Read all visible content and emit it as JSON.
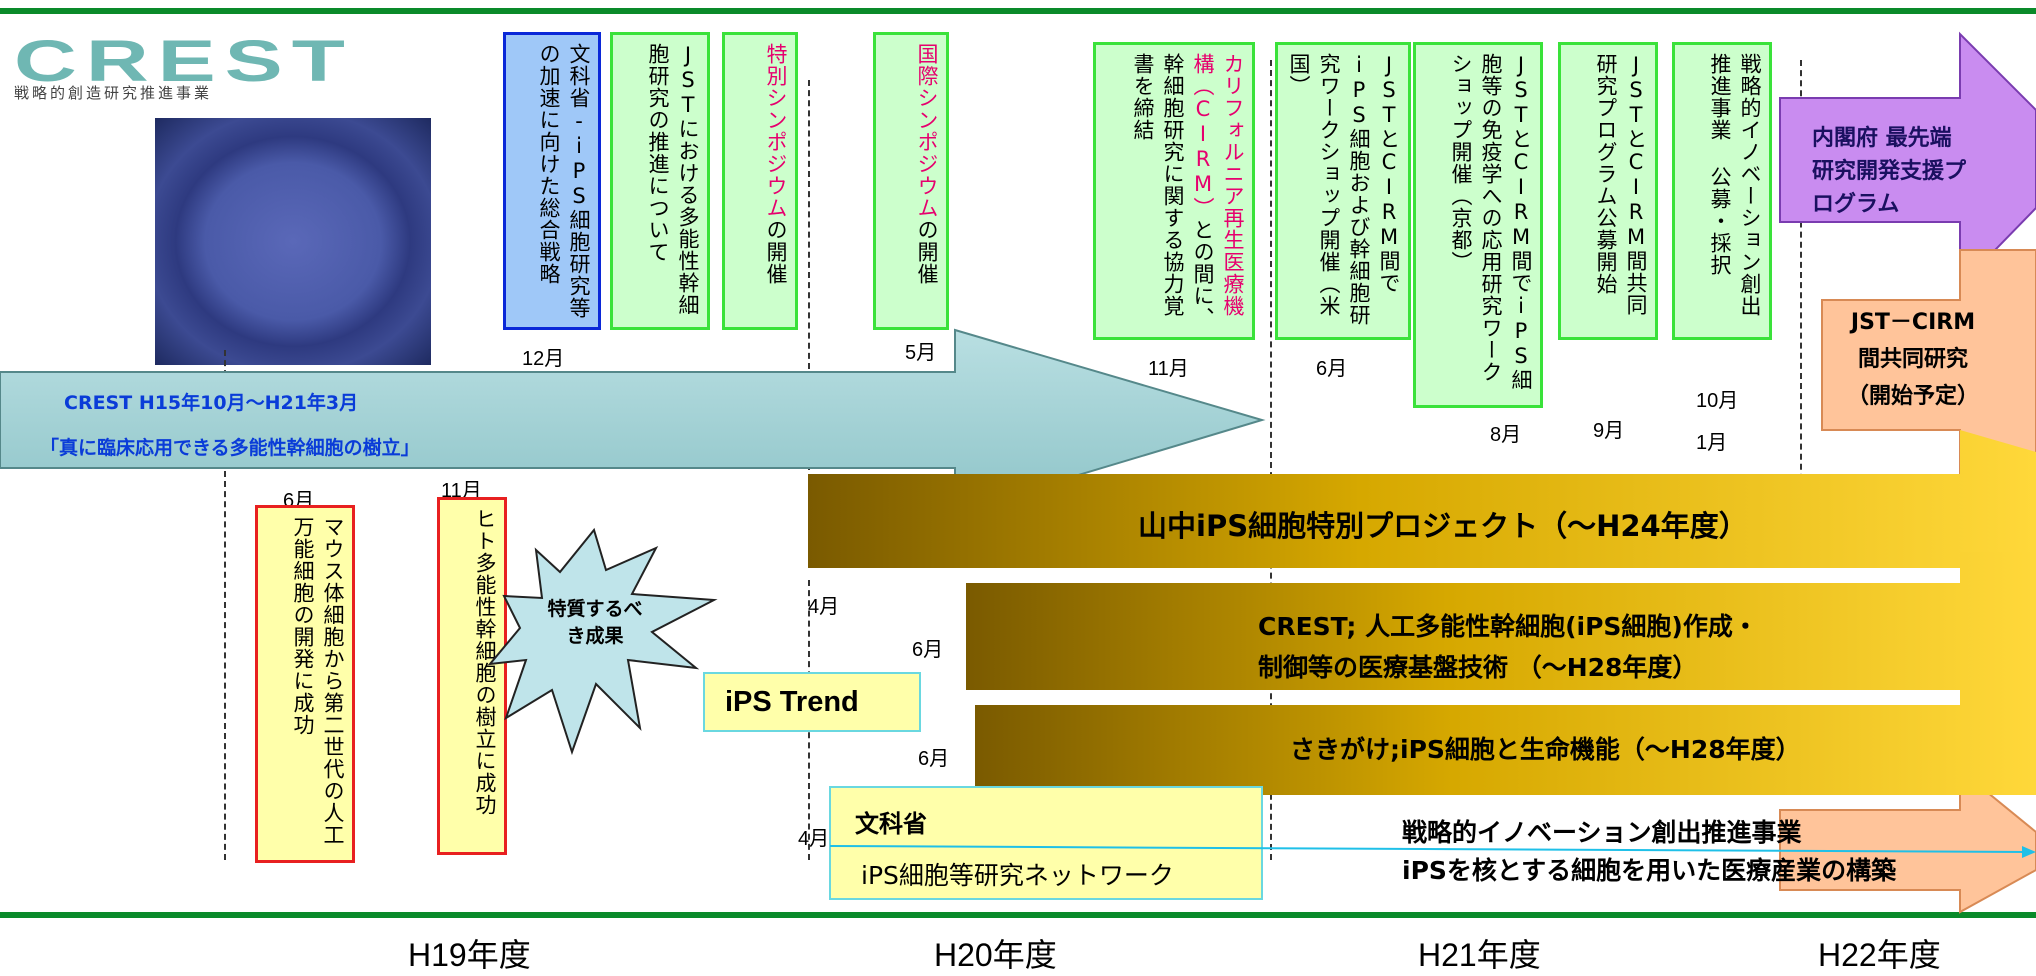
{
  "logo": {
    "text": "CREST",
    "subtitle": "戦略的創造研究推進事業"
  },
  "colors": {
    "green_line": "#0a8a2a",
    "gold_dark": "#8a6a00",
    "gold_light": "#ffd21a",
    "purple": "#c98cf0",
    "peach": "#ffc49a"
  },
  "years": [
    "H19年度",
    "H20年度",
    "H21年度",
    "H22年度"
  ],
  "top_events": [
    {
      "text": "文科省-iPS細胞研究等の加速に向けた総合戦略",
      "month": "12月"
    },
    {
      "text": "JSTにおける多能性幹細胞研究の推進について",
      "month": ""
    },
    {
      "text": "特別シンポジウム",
      "text2": "の開催",
      "month": ""
    },
    {
      "text": "国際シンポジウム",
      "text2": "の開催",
      "month": "5月"
    },
    {
      "text": "カリフォルニア再生医療機構（CIRM）",
      "text2": "との間に、幹細胞研究に関する協力覚書を締結",
      "month": "11月"
    },
    {
      "text": "JSTとCIRM間でiPS細胞および幹細胞研究ワークショップ開催（米国）",
      "month": "6月"
    },
    {
      "text": "JSTとCIRM間でiPS細胞等の免疫学への応用研究ワークショップ開催（京都）",
      "month": "8月"
    },
    {
      "text": "JSTとCIRM間共同研究プログラム公募開始",
      "month": "9月"
    },
    {
      "text": "戦略的イノベーション創出推進事業 公募・採択",
      "month": "10月",
      "month2": "1月"
    }
  ],
  "right_arrows": {
    "cabinet": "内閣府 最先端研究開発支援プログラム",
    "jst_cirm_line1": "JST－CIRM",
    "jst_cirm_line2": "間共同研究",
    "jst_cirm_line3": "（開始予定）"
  },
  "crest_arrow": {
    "line1": "CREST H15年10月～H21年3月",
    "line2": "「真に臨床応用できる多能性幹細胞の樹立」"
  },
  "achievements": [
    {
      "month": "6月",
      "text": "マウス体細胞から第二世代の人工万能細胞の開発に成功"
    },
    {
      "month": "11月",
      "text": "ヒト多能性幹細胞の樹立に成功"
    }
  ],
  "burst": "特質するべき成果",
  "gold_bars": [
    {
      "month": "4月",
      "line1": "山中iPS細胞特別プロジェクト（～H24年度）",
      "line2": ""
    },
    {
      "month": "6月",
      "line1": "CREST; 人工多能性幹細胞(iPS細胞)作成・",
      "line2": "制御等の医療基盤技術 （～H28年度）"
    },
    {
      "month": "6月",
      "line1": "さきがけ;iPS細胞と生命機能（～H28年度）",
      "line2": ""
    }
  ],
  "ips_trend": "iPS Trend",
  "network": {
    "month": "4月",
    "title": "文科省",
    "label": "iPS細胞等研究ネットワーク"
  },
  "innovation": {
    "line1": "戦略的イノベーション創出推進事業",
    "line2": "iPSを核とする細胞を用いた医療産業の構築"
  }
}
